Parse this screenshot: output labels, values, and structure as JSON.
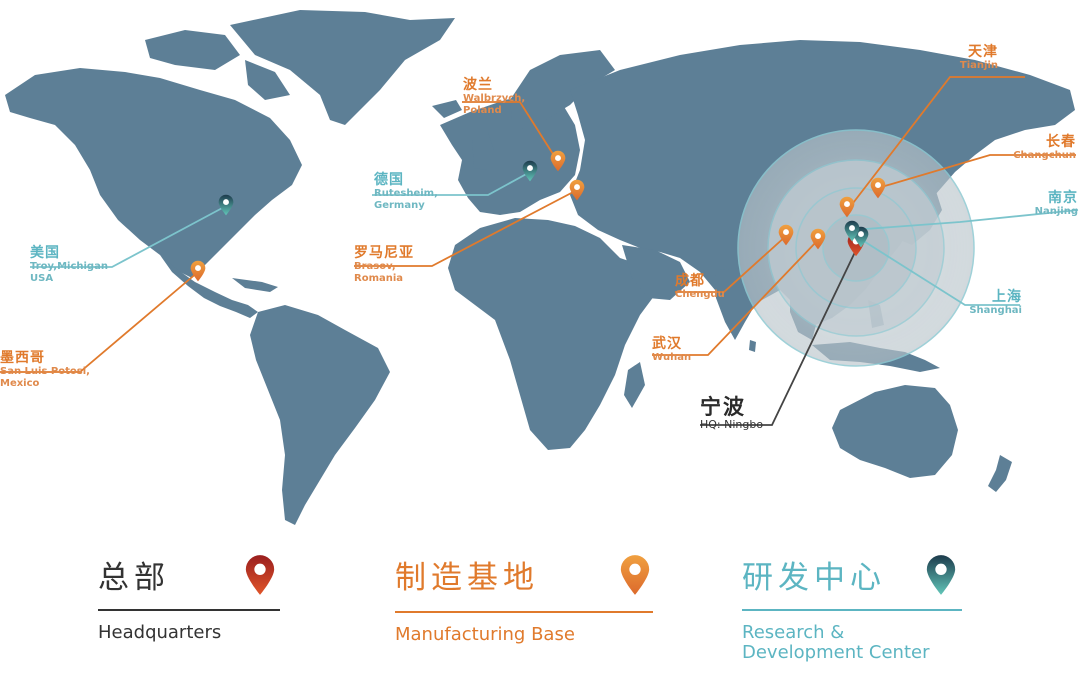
{
  "colors": {
    "ocean": "#ffffff",
    "land": "#5d7f96",
    "headquarters": "#c83a28",
    "manufacturing": "#e07a2c",
    "research": "#5cb5c2",
    "hq_text": "#2b2b2b"
  },
  "locations": {
    "hq": {
      "zh": "宁波",
      "en": "HQ: Ningbo",
      "type": "headquarters"
    },
    "tianjin": {
      "zh": "天津",
      "en": "Tianjin",
      "type": "manufacturing"
    },
    "changchun": {
      "zh": "长春",
      "en": "Changchun",
      "type": "manufacturing"
    },
    "nanjing": {
      "zh": "南京",
      "en": "Nanjing",
      "type": "research"
    },
    "shanghai": {
      "zh": "上海",
      "en": "Shanghai",
      "type": "research"
    },
    "chengdu": {
      "zh": "成都",
      "en": "Chengdu",
      "type": "manufacturing"
    },
    "wuhan": {
      "zh": "武汉",
      "en": "Wuhan",
      "type": "manufacturing"
    },
    "poland": {
      "zh": "波兰",
      "en_line1": "Walbrzych,",
      "en_line2": "Poland",
      "type": "manufacturing"
    },
    "germany": {
      "zh": "德国",
      "en_line1": "Rutesheim,",
      "en_line2": "Germany",
      "type": "research"
    },
    "romania": {
      "zh": "罗马尼亚",
      "en_line1": "Brasov,",
      "en_line2": "Romania",
      "type": "manufacturing"
    },
    "usa": {
      "zh": "美国",
      "en_line1": "Troy,Michigan",
      "en_line2": "USA",
      "type": "research"
    },
    "mexico": {
      "zh": "墨西哥",
      "en_line1": "San Luis Potosi,",
      "en_line2": "Mexico",
      "type": "manufacturing"
    }
  },
  "legend": [
    {
      "zh": "总部",
      "en": "Headquarters",
      "pin_icon": "headquarters-pin-icon"
    },
    {
      "zh": "制造基地",
      "en": "Manufacturing Base",
      "pin_icon": "manufacturing-pin-icon"
    },
    {
      "zh": "研发中心",
      "en_line1": "Research &",
      "en_line2": "Development Center",
      "pin_icon": "research-pin-icon"
    }
  ]
}
